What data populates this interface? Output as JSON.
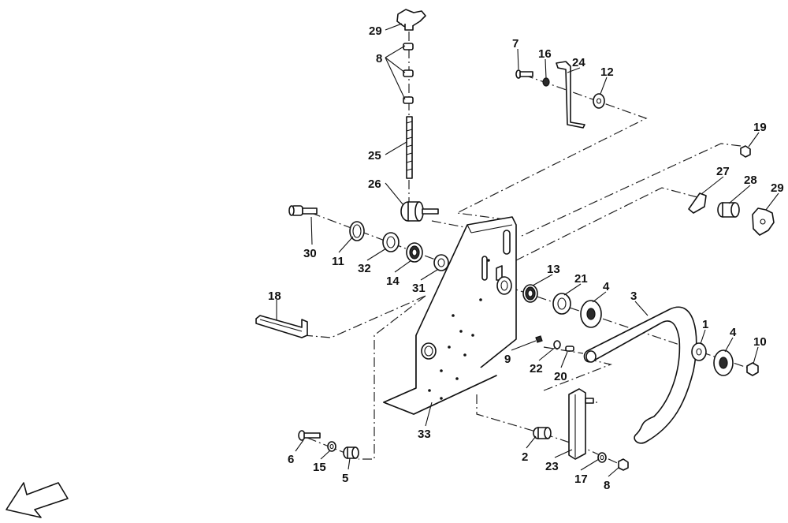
{
  "diagram": {
    "callouts": [
      {
        "id": "c29a",
        "label": "29"
      },
      {
        "id": "c8a",
        "label": "8"
      },
      {
        "id": "c25",
        "label": "25"
      },
      {
        "id": "c26",
        "label": "26"
      },
      {
        "id": "c30",
        "label": "30"
      },
      {
        "id": "c11",
        "label": "11"
      },
      {
        "id": "c32",
        "label": "32"
      },
      {
        "id": "c14",
        "label": "14"
      },
      {
        "id": "c31",
        "label": "31"
      },
      {
        "id": "c18",
        "label": "18"
      },
      {
        "id": "c33",
        "label": "33"
      },
      {
        "id": "c6",
        "label": "6"
      },
      {
        "id": "c15",
        "label": "15"
      },
      {
        "id": "c5",
        "label": "5"
      },
      {
        "id": "c7",
        "label": "7"
      },
      {
        "id": "c16",
        "label": "16"
      },
      {
        "id": "c24",
        "label": "24"
      },
      {
        "id": "c12",
        "label": "12"
      },
      {
        "id": "c19",
        "label": "19"
      },
      {
        "id": "c27",
        "label": "27"
      },
      {
        "id": "c28",
        "label": "28"
      },
      {
        "id": "c29b",
        "label": "29"
      },
      {
        "id": "c13",
        "label": "13"
      },
      {
        "id": "c21",
        "label": "21"
      },
      {
        "id": "c4a",
        "label": "4"
      },
      {
        "id": "c3",
        "label": "3"
      },
      {
        "id": "c1",
        "label": "1"
      },
      {
        "id": "c4b",
        "label": "4"
      },
      {
        "id": "c10",
        "label": "10"
      },
      {
        "id": "c9",
        "label": "9"
      },
      {
        "id": "c22",
        "label": "22"
      },
      {
        "id": "c20",
        "label": "20"
      },
      {
        "id": "c2",
        "label": "2"
      },
      {
        "id": "c23",
        "label": "23"
      },
      {
        "id": "c17",
        "label": "17"
      },
      {
        "id": "c8b",
        "label": "8"
      }
    ],
    "colors": {
      "line": "#111111",
      "background": "#ffffff"
    },
    "direction_icon": "arrow-down-left-icon"
  }
}
